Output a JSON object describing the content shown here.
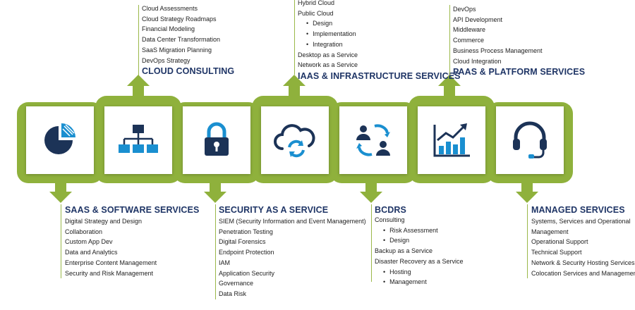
{
  "colors": {
    "band": "#8fb13c",
    "band_dark": "#6f8f2a",
    "icon": "#1a8fd0",
    "icon_dark": "#1c3357",
    "title": "#1f3566"
  },
  "icons": [
    "pie-chart-icon",
    "org-chart-icon",
    "lock-icon",
    "cloud-sync-icon",
    "users-exchange-icon",
    "growth-chart-icon",
    "headset-icon"
  ],
  "groups": {
    "cloud_consulting": {
      "title": "CLOUD CONSULTING",
      "items": [
        "Cloud Assessments",
        "Cloud Strategy Roadmaps",
        "Financial Modeling",
        "Data Center Transformation",
        "SaaS Migration Planning",
        "DevOps Strategy"
      ]
    },
    "iaas": {
      "title": "IAAS & INFRASTRUCTURE SERVICES",
      "items": [
        {
          "text": "Hybrid Cloud",
          "sub": false
        },
        {
          "text": "Public Cloud",
          "sub": false
        },
        {
          "text": "Design",
          "sub": true
        },
        {
          "text": "Implementation",
          "sub": true
        },
        {
          "text": "Integration",
          "sub": true
        },
        {
          "text": "Desktop as a Service",
          "sub": false
        },
        {
          "text": "Network as a Service",
          "sub": false
        }
      ]
    },
    "paas": {
      "title": "PAAS & PLATFORM SERVICES",
      "items": [
        "DevOps",
        "API Development",
        "Middleware",
        "Commerce",
        "Business Process Management",
        "Cloud Integration"
      ]
    },
    "saas": {
      "title": "SAAS & SOFTWARE SERVICES",
      "items": [
        "Digital Strategy and Design",
        "Collaboration",
        "Custom App Dev",
        "Data and Analytics",
        "Enterprise Content Management",
        "Security and Risk Management"
      ]
    },
    "security": {
      "title": "SECURITY AS A SERVICE",
      "items": [
        "SIEM (Security Information and Event Management)",
        "Penetration Testing",
        "Digital Forensics",
        "Endpoint Protection",
        "IAM",
        "Application Security",
        "Governance",
        "Data Risk"
      ]
    },
    "bcdrs": {
      "title": "BCDRS",
      "items": [
        {
          "text": "Consulting",
          "sub": false
        },
        {
          "text": "Risk Assessment",
          "sub": true
        },
        {
          "text": "Design",
          "sub": true
        },
        {
          "text": "Backup as a Service",
          "sub": false
        },
        {
          "text": "Disaster Recovery as a Service",
          "sub": false
        },
        {
          "text": "Hosting",
          "sub": true
        },
        {
          "text": "Management",
          "sub": true
        }
      ]
    },
    "managed": {
      "title": "MANAGED SERVICES",
      "items": [
        "Systems, Services and Operational",
        "Management",
        "Operational Support",
        "Technical Support",
        "Network & Security Hosting Services",
        "Colocation Services and Management"
      ]
    }
  }
}
